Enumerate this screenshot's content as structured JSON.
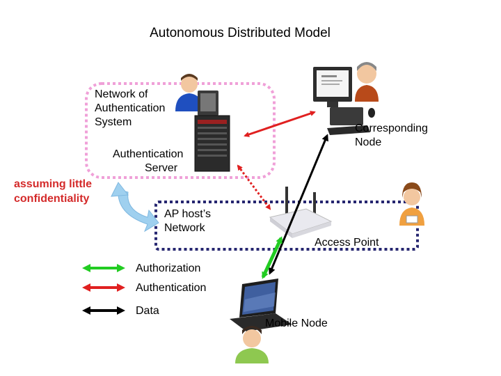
{
  "title": "Autonomous Distributed Model",
  "labels": {
    "network": [
      "Network of",
      "Authentication",
      "System"
    ],
    "server": [
      "Authentication",
      "Server"
    ],
    "corresponding": [
      "Corresponding",
      "Node"
    ],
    "assuming": [
      "assuming little",
      "confidentiality"
    ],
    "ap_host": [
      "AP host’s",
      "Network"
    ],
    "access_point": "Access Point",
    "mobile_node": "Mobile Node"
  },
  "legend": [
    {
      "label": "Authorization",
      "color": "#22cc22"
    },
    {
      "label": "Authentication",
      "color": "#e02020"
    },
    {
      "label": "Data",
      "color": "#000000"
    }
  ],
  "colors": {
    "auth_network_border": "#f0a0d8",
    "ap_network_border": "#262670",
    "assuming_text": "#d42a2a",
    "confidentiality_arrow": "#9fd0ef"
  },
  "icons": [
    "person-icon",
    "server-icon",
    "workstation-icon",
    "access-point-icon",
    "laptop-icon"
  ]
}
